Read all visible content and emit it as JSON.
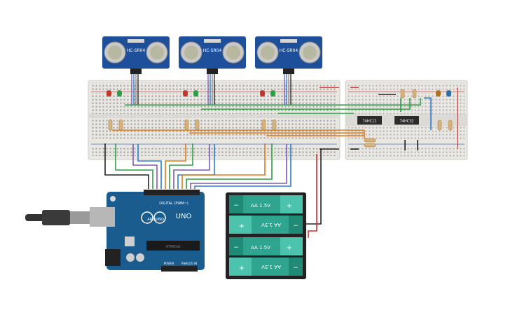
{
  "sensors": [
    {
      "label": "HC-SR04"
    },
    {
      "label": "HC-SR04"
    },
    {
      "label": "HC-SR04"
    }
  ],
  "ics": [
    {
      "label": "74HC11"
    },
    {
      "label": "74HC32"
    }
  ],
  "arduino": {
    "model": "UNO",
    "brand": "ARDUINO",
    "digital_label": "DIGITAL (PWM~)",
    "power_label": "POWER",
    "analog_label": "ANALOG IN",
    "chip_label": "ATMEGA"
  },
  "battery_pack": {
    "cells": [
      {
        "label": "AA 1.5V",
        "plus": "+",
        "minus": "−",
        "flipped": false
      },
      {
        "label": "AA 1.5V",
        "plus": "+",
        "minus": "−",
        "flipped": true
      },
      {
        "label": "AA 1.5V",
        "plus": "+",
        "minus": "−",
        "flipped": false
      },
      {
        "label": "AA 1.5V",
        "plus": "+",
        "minus": "−",
        "flipped": true
      }
    ]
  },
  "led_colors": {
    "red": "#c0392b",
    "green": "#2ea043",
    "orange": "#b07020",
    "blue": "#2a6fb3"
  },
  "colors": {
    "pcb_blue": "#1b5c8f",
    "sensor_blue": "#1d4f9a",
    "battery_teal": "#2fa58f",
    "breadboard": "#e9e7e2"
  }
}
